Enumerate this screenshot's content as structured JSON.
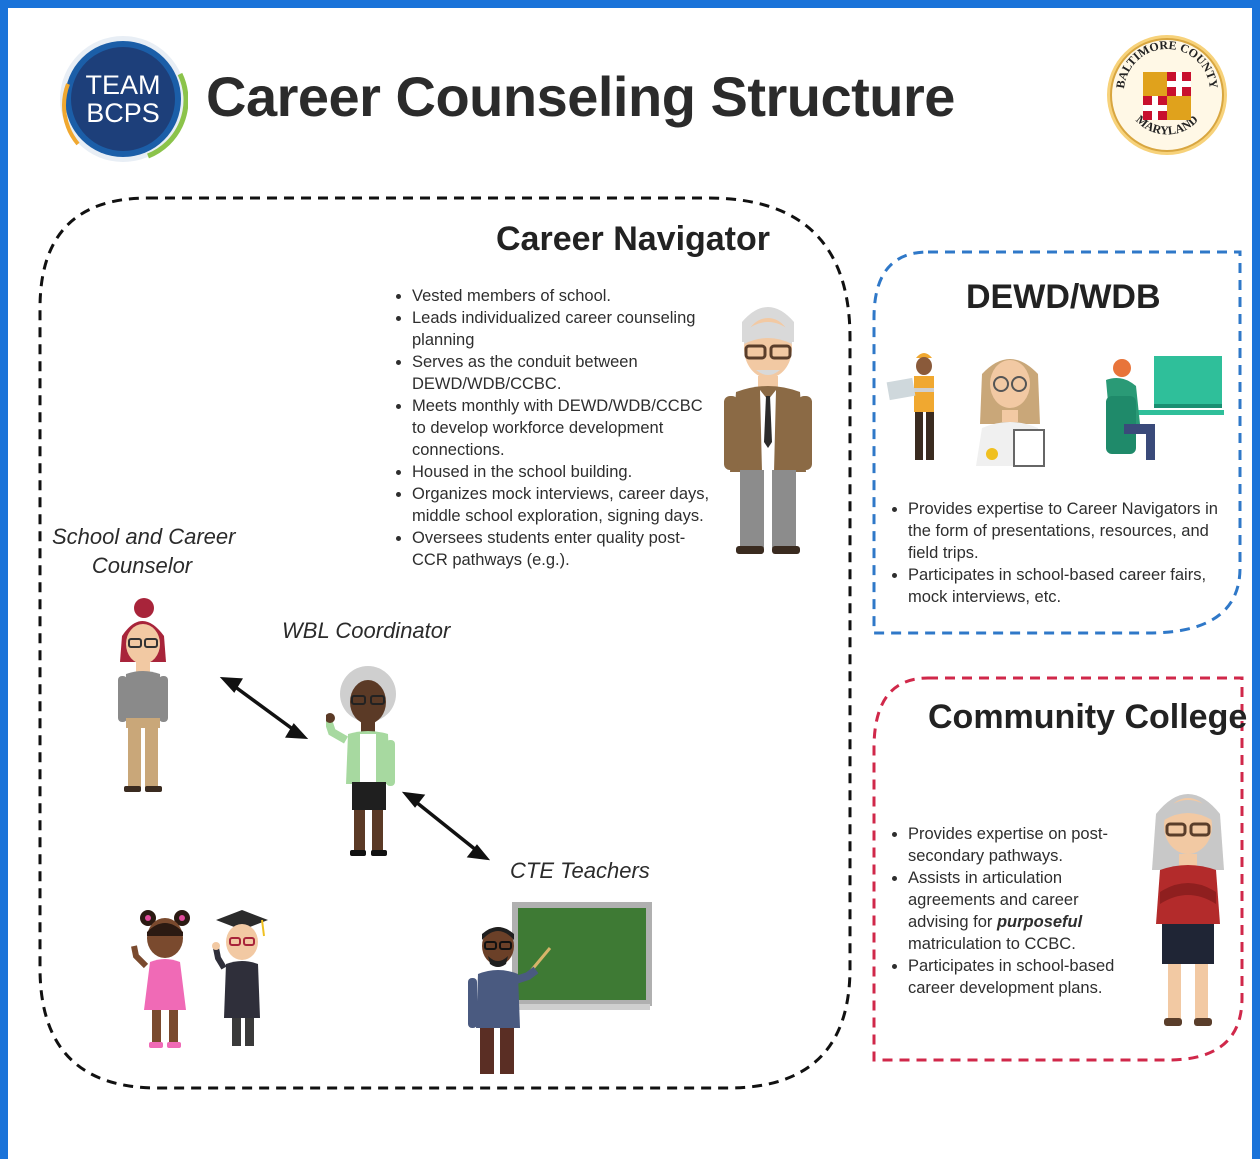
{
  "header": {
    "title": "Career Counseling Structure",
    "team_logo_line1": "TEAM",
    "team_logo_line2": "BCPS",
    "seal_top": "BALTIMORE COUNTY",
    "seal_bottom": "MARYLAND"
  },
  "career_navigator": {
    "title": "Career Navigator",
    "bullets": [
      "Vested members of school.",
      "Leads individualized career counseling planning",
      "Serves as the conduit between DEWD/WDB/CCBC.",
      "Meets monthly with DEWD/WDB/CCBC to develop workforce development connections.",
      "Housed in the school building.",
      "Organizes mock interviews, career days, middle school exploration, signing days.",
      "Oversees students enter quality post-CCR pathways (e.g.)."
    ]
  },
  "roles": {
    "school_counselor_line1": "School and Career",
    "school_counselor_line2": "Counselor",
    "wbl_coordinator": "WBL Coordinator",
    "cte_teachers": "CTE Teachers"
  },
  "dewd": {
    "title": "DEWD/WDB",
    "bullets": [
      "Provides expertise to Career Navigators  in the form of presentations, resources, and field trips.",
      "Participates in school-based career fairs, mock interviews, etc."
    ]
  },
  "community_college": {
    "title": "Community College",
    "bullet1": "Provides expertise on post-secondary pathways.",
    "bullet2_before": "Assists in articulation agreements and career advising for ",
    "bullet2_emphasis": "purposeful",
    "bullet2_after": " matriculation to CCBC.",
    "bullet3": "Participates in school-based career development plans."
  },
  "colors": {
    "frame": "#1a73d9",
    "navigator_border": "#111111",
    "dewd_border": "#2f78c8",
    "college_border": "#d0284a"
  }
}
